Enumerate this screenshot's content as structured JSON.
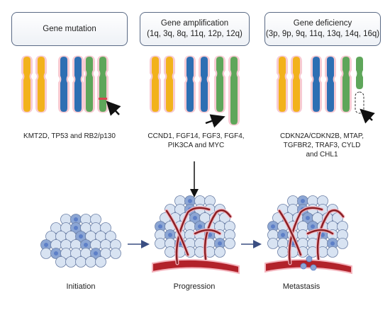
{
  "panels": [
    {
      "title": "Gene mutation",
      "subtitle": "",
      "genes": [
        "KMT2D, TP53 and RB2/p130"
      ]
    },
    {
      "title": "Gene amplification",
      "subtitle": "(1q, 3q, 8q, 11q, 12p, 12q)",
      "genes": [
        "CCND1, FGF14, FGF3, FGF4,",
        "PIK3CA and MYC"
      ]
    },
    {
      "title": "Gene deficiency",
      "subtitle": "(3p, 9p, 9q, 11q, 13q, 14q, 16q)",
      "genes": [
        "CDKN2A/CDKN2B, MTAP,",
        "TGFBR2, TRAF3, CYLD",
        "and CHL1"
      ]
    }
  ],
  "stages": [
    "Initiation",
    "Progression",
    "Metastasis"
  ],
  "colors": {
    "yellow": "#f2b21b",
    "blue": "#2d6fb3",
    "green": "#5ea65a",
    "mutation": "#d9464f",
    "cell_fill": "#d8e3f2",
    "cell_dark": "#8ca6d4",
    "vessel": "#b2222a"
  }
}
